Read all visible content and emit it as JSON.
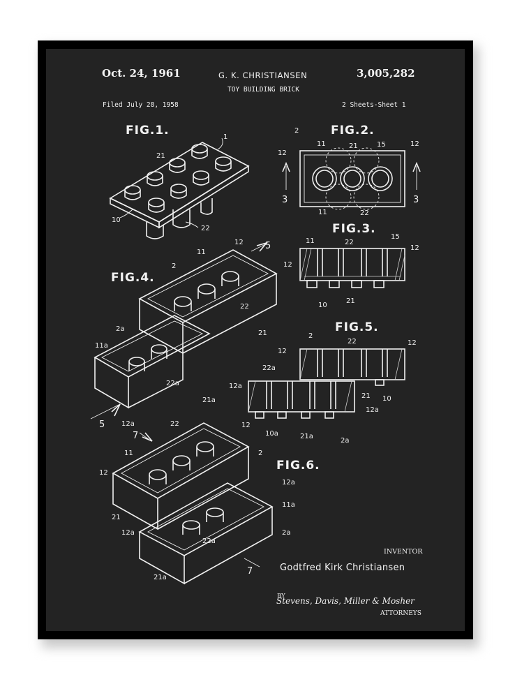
{
  "patent": {
    "date": "Oct. 24, 1961",
    "inventor_header": "G. K. CHRISTIANSEN",
    "number": "3,005,282",
    "title": "TOY BUILDING BRICK",
    "filed": "Filed July 28, 1958",
    "sheets": "2 Sheets-Sheet 1"
  },
  "figures": {
    "fig1": "FIG.1.",
    "fig2": "FIG.2.",
    "fig3": "FIG.3.",
    "fig4": "FIG.4.",
    "fig5": "FIG.5.",
    "fig6": "FIG.6."
  },
  "inventor": {
    "label": "INVENTOR",
    "name": "Godtfred Kirk Christiansen"
  },
  "attorneys": {
    "by": "BY",
    "signature": "Stevens, Davis, Miller & Mosher",
    "label": "ATTORNEYS"
  },
  "colors": {
    "background": "#232323",
    "frame": "#000000",
    "ink": "#f2f2f2"
  }
}
